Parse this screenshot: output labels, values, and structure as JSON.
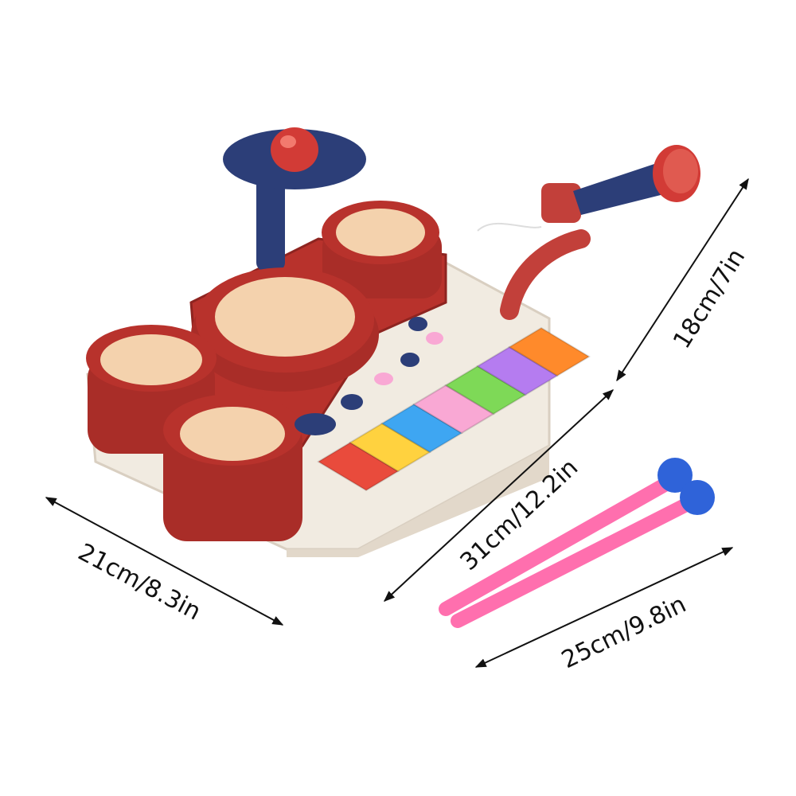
{
  "product": {
    "name_icon": "toy-drum-keyboard-set",
    "colors": {
      "drum_red": "#b8322c",
      "drum_red_dark": "#8e2420",
      "drum_head": "#f4d2ad",
      "base_cream": "#f1ebe1",
      "navy": "#2c3e78",
      "stick_pink": "#ff6fae",
      "mallet_blue": "#2f63d9"
    },
    "keys": [
      {
        "color": "#e94b3c"
      },
      {
        "color": "#ffd23f"
      },
      {
        "color": "#3ea6f2"
      },
      {
        "color": "#f9a8d4"
      },
      {
        "color": "#7ed957"
      },
      {
        "color": "#b57cf0"
      },
      {
        "color": "#ff8a2b"
      }
    ]
  },
  "dimensions": {
    "width_label": "21cm/8.3in",
    "length_label": "31cm/12.2in",
    "height_label": "18cm/7in",
    "stick_label": "25cm/9.8in"
  }
}
